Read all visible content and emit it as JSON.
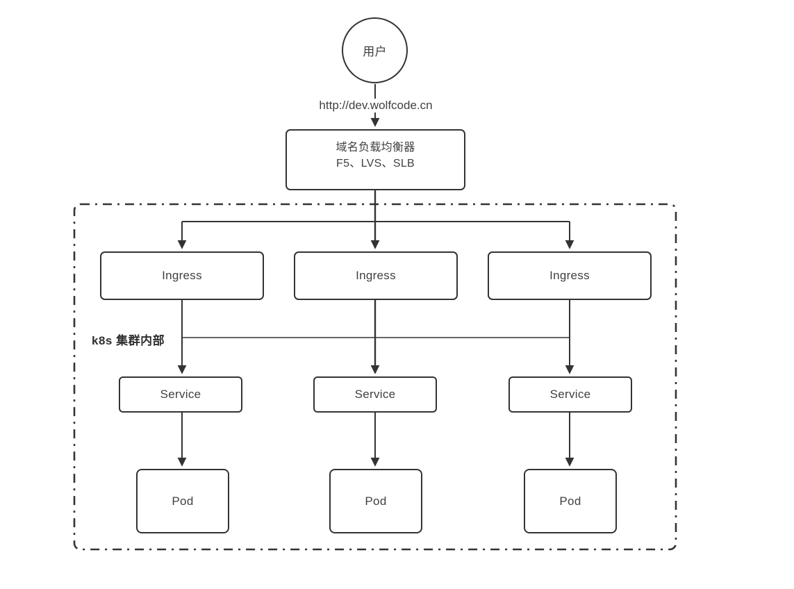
{
  "diagram": {
    "title_hint": "k8s ingress traffic flow",
    "user": {
      "label": "用户"
    },
    "request_url": "http://dev.wolfcode.cn",
    "load_balancer": {
      "line1": "域名负载均衡器",
      "line2": "F5、LVS、SLB"
    },
    "cluster": {
      "label": "k8s 集群内部"
    },
    "columns": [
      {
        "ingress": "Ingress",
        "service": "Service",
        "pod": "Pod"
      },
      {
        "ingress": "Ingress",
        "service": "Service",
        "pod": "Pod"
      },
      {
        "ingress": "Ingress",
        "service": "Service",
        "pod": "Pod"
      }
    ],
    "colors": {
      "stroke": "#333333",
      "text": "#3f3f3f",
      "background": "#ffffff"
    }
  }
}
